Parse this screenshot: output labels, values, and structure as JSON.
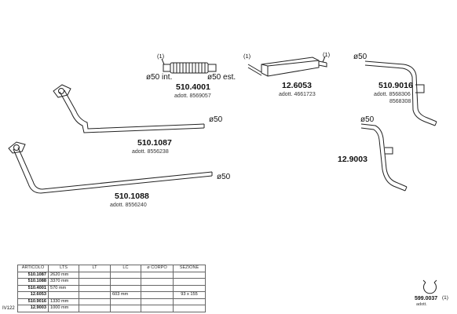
{
  "sheet_id": "IV122",
  "parts": {
    "p510_1087": {
      "code": "510.1087",
      "adott": "adott. 8556238",
      "diameter": "ø50"
    },
    "p510_1088": {
      "code": "510.1088",
      "adott": "adott. 8556240",
      "diameter": "ø50"
    },
    "p510_4001": {
      "code": "510.4001",
      "adott": "adott. 8569057",
      "note": "(1)",
      "dia_left": "ø50  int.",
      "dia_right": "ø50  est."
    },
    "p12_6053": {
      "code": "12.6053",
      "adott": "adott. 4661723",
      "note_left": "(1)",
      "note_right": "(1)"
    },
    "p510_9016": {
      "code": "510.9016",
      "adott": "adott. 8568306",
      "adott2": "8568308",
      "diameter": "ø50"
    },
    "p12_9003": {
      "code": "12.9003",
      "diameter": "ø50"
    },
    "p599_0037": {
      "code": "599.0037",
      "note": "(1)",
      "adott": "adott."
    }
  },
  "table": {
    "headers": [
      "ARTICOLO",
      "LTS",
      "LT",
      "LC",
      "ø CORPO",
      "SEZIONE"
    ],
    "rows": [
      [
        "510.1087",
        "2620 mm",
        "",
        "",
        "",
        ""
      ],
      [
        "510.1088",
        "3370 mm",
        "",
        "",
        "",
        ""
      ],
      [
        "510.4001",
        "570 mm",
        "",
        "",
        "",
        ""
      ],
      [
        "12.6053",
        "",
        "",
        "603 mm",
        "",
        "93 x 155"
      ],
      [
        "510.9016",
        "1330 mm",
        "",
        "",
        "",
        ""
      ],
      [
        "12.9003",
        "1000 mm",
        "",
        "",
        "",
        ""
      ]
    ]
  }
}
